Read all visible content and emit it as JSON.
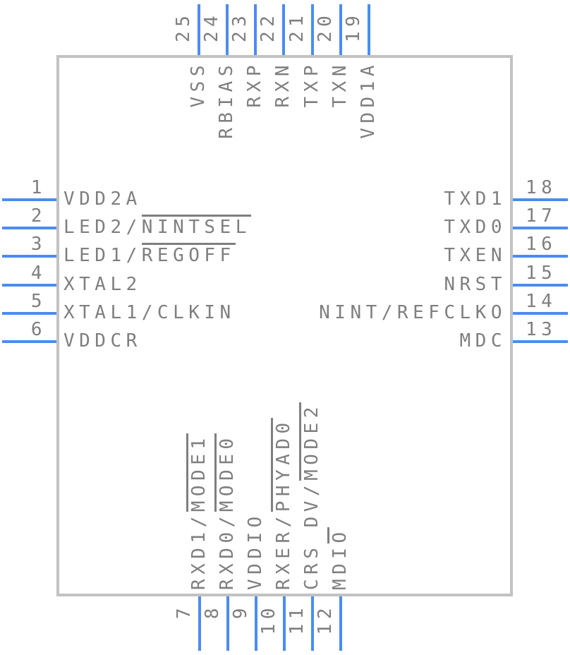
{
  "component": {
    "kind": "ic-symbol-pinout",
    "colors": {
      "pin": "#4a8cf2",
      "body_outline": "#c2c2c2",
      "text": "#7f7f7f"
    },
    "pins": {
      "left": [
        {
          "number": "1",
          "segments": [
            {
              "t": "VDD2A"
            }
          ]
        },
        {
          "number": "2",
          "segments": [
            {
              "t": "LED2/"
            },
            {
              "t": "NINTSEL",
              "ov": true
            }
          ]
        },
        {
          "number": "3",
          "segments": [
            {
              "t": "LED1/"
            },
            {
              "t": "REGOFF",
              "ov": true
            }
          ]
        },
        {
          "number": "4",
          "segments": [
            {
              "t": "XTAL2"
            }
          ]
        },
        {
          "number": "5",
          "segments": [
            {
              "t": "XTAL1/CLKIN"
            }
          ]
        },
        {
          "number": "6",
          "segments": [
            {
              "t": "VDDCR"
            }
          ]
        }
      ],
      "right": [
        {
          "number": "18",
          "segments": [
            {
              "t": "TXD1"
            }
          ]
        },
        {
          "number": "17",
          "segments": [
            {
              "t": "TXD0"
            }
          ]
        },
        {
          "number": "16",
          "segments": [
            {
              "t": "TXEN"
            }
          ]
        },
        {
          "number": "15",
          "segments": [
            {
              "t": "NRST"
            }
          ]
        },
        {
          "number": "14",
          "segments": [
            {
              "t": "NINT/REFCLKO"
            }
          ]
        },
        {
          "number": "13",
          "segments": [
            {
              "t": "MDC"
            }
          ]
        }
      ],
      "top": [
        {
          "number": "25",
          "segments": [
            {
              "t": "VSS"
            }
          ]
        },
        {
          "number": "24",
          "segments": [
            {
              "t": "RBIAS"
            }
          ]
        },
        {
          "number": "23",
          "segments": [
            {
              "t": "RXP"
            }
          ]
        },
        {
          "number": "22",
          "segments": [
            {
              "t": "RXN"
            }
          ]
        },
        {
          "number": "21",
          "segments": [
            {
              "t": "TXP"
            }
          ]
        },
        {
          "number": "20",
          "segments": [
            {
              "t": "TXN"
            }
          ]
        },
        {
          "number": "19",
          "segments": [
            {
              "t": "VDD1A"
            }
          ]
        }
      ],
      "bottom": [
        {
          "number": "7",
          "segments": [
            {
              "t": "RXD1/"
            },
            {
              "t": "MODE1",
              "ov": true
            }
          ]
        },
        {
          "number": "8",
          "segments": [
            {
              "t": "RXD0/"
            },
            {
              "t": "MODE0",
              "ov": true
            }
          ]
        },
        {
          "number": "9",
          "segments": [
            {
              "t": "VDDIO"
            }
          ]
        },
        {
          "number": "10",
          "segments": [
            {
              "t": "RXER/"
            },
            {
              "t": "PHYAD0",
              "ov": true
            }
          ]
        },
        {
          "number": "11",
          "segments": [
            {
              "t": "CRS DV/"
            },
            {
              "t": "MODE2",
              "ov": true
            }
          ]
        },
        {
          "number": "12",
          "segments": [
            {
              "t": "MDI"
            },
            {
              "t": "O",
              "ov": true
            }
          ]
        }
      ]
    }
  }
}
